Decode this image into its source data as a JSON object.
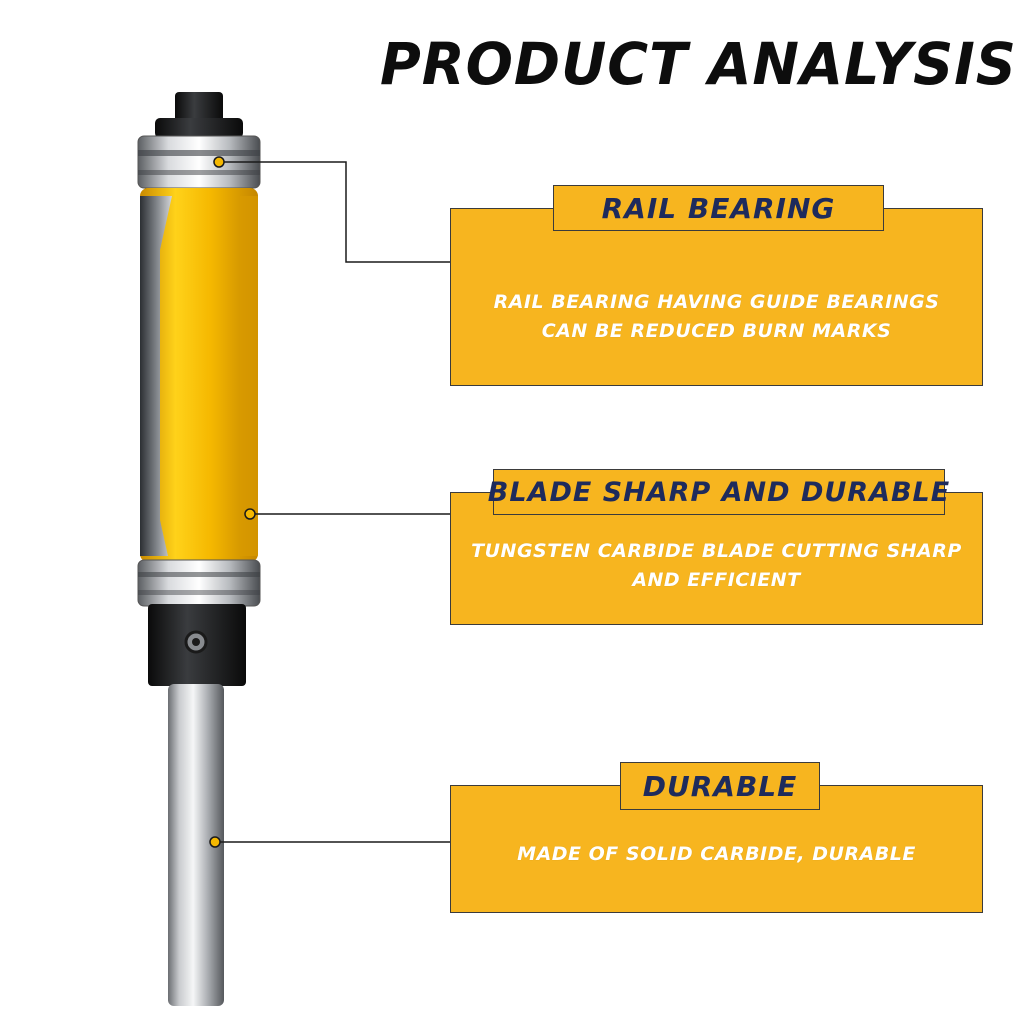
{
  "title": "PRODUCT ANALYSIS",
  "features": [
    {
      "heading": "RAIL BEARING",
      "text": "RAIL BEARING HAVING GUIDE BEARINGS CAN BE REDUCED BURN MARKS"
    },
    {
      "heading": "BLADE SHARP AND DURABLE",
      "text": "TUNGSTEN CARBIDE BLADE CUTTING SHARP AND EFFICIENT"
    },
    {
      "heading": "DURABLE",
      "text": "MADE OF SOLID CARBIDE, DURABLE"
    }
  ],
  "colors": {
    "panel": "#f7b51f",
    "heading_text": "#1e2b5c",
    "body_text": "#ffffff",
    "body_yellow": "#f5b800"
  }
}
